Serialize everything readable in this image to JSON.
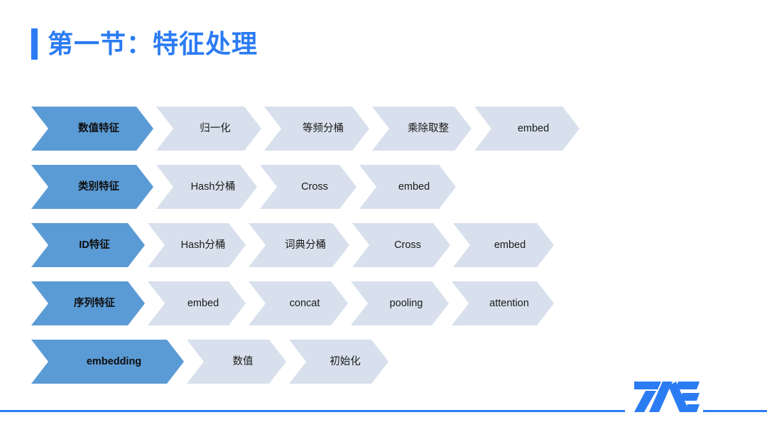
{
  "slide": {
    "title": "第一节：特征处理",
    "accent_color": "#2b7bf3",
    "lead_color": "#5B9BD5",
    "step_color": "#D7E0EC"
  },
  "flows": [
    {
      "name": "numeric-features",
      "lead": "数值特征",
      "lead_width": 172,
      "steps": [
        {
          "label": "归一化",
          "width": 148
        },
        {
          "label": "等频分桶",
          "width": 148
        },
        {
          "label": "乘除取整",
          "width": 140
        },
        {
          "label": "embed",
          "width": 148
        }
      ]
    },
    {
      "name": "categorical-features",
      "lead": "类别特征",
      "lead_width": 172,
      "steps": [
        {
          "label": "Hash分桶",
          "width": 142
        },
        {
          "label": "Cross",
          "width": 136
        },
        {
          "label": "embed",
          "width": 136
        }
      ]
    },
    {
      "name": "id-features",
      "lead": "ID特征",
      "lead_width": 160,
      "steps": [
        {
          "label": "Hash分桶",
          "width": 138
        },
        {
          "label": "词典分桶",
          "width": 142
        },
        {
          "label": "Cross",
          "width": 138
        },
        {
          "label": "embed",
          "width": 142
        }
      ]
    },
    {
      "name": "sequence-features",
      "lead": "序列特征",
      "lead_width": 160,
      "steps": [
        {
          "label": "embed",
          "width": 138
        },
        {
          "label": "concat",
          "width": 140
        },
        {
          "label": "pooling",
          "width": 138
        },
        {
          "label": "attention",
          "width": 144
        }
      ]
    },
    {
      "name": "embedding",
      "lead": "embedding",
      "lead_width": 215,
      "steps": [
        {
          "label": "数值",
          "width": 140
        },
        {
          "label": "初始化",
          "width": 140
        }
      ]
    }
  ],
  "footer": {
    "logo_name": "tme-logo",
    "logo_color": "#2b7bf3",
    "rule_color": "#2b7bf3"
  }
}
